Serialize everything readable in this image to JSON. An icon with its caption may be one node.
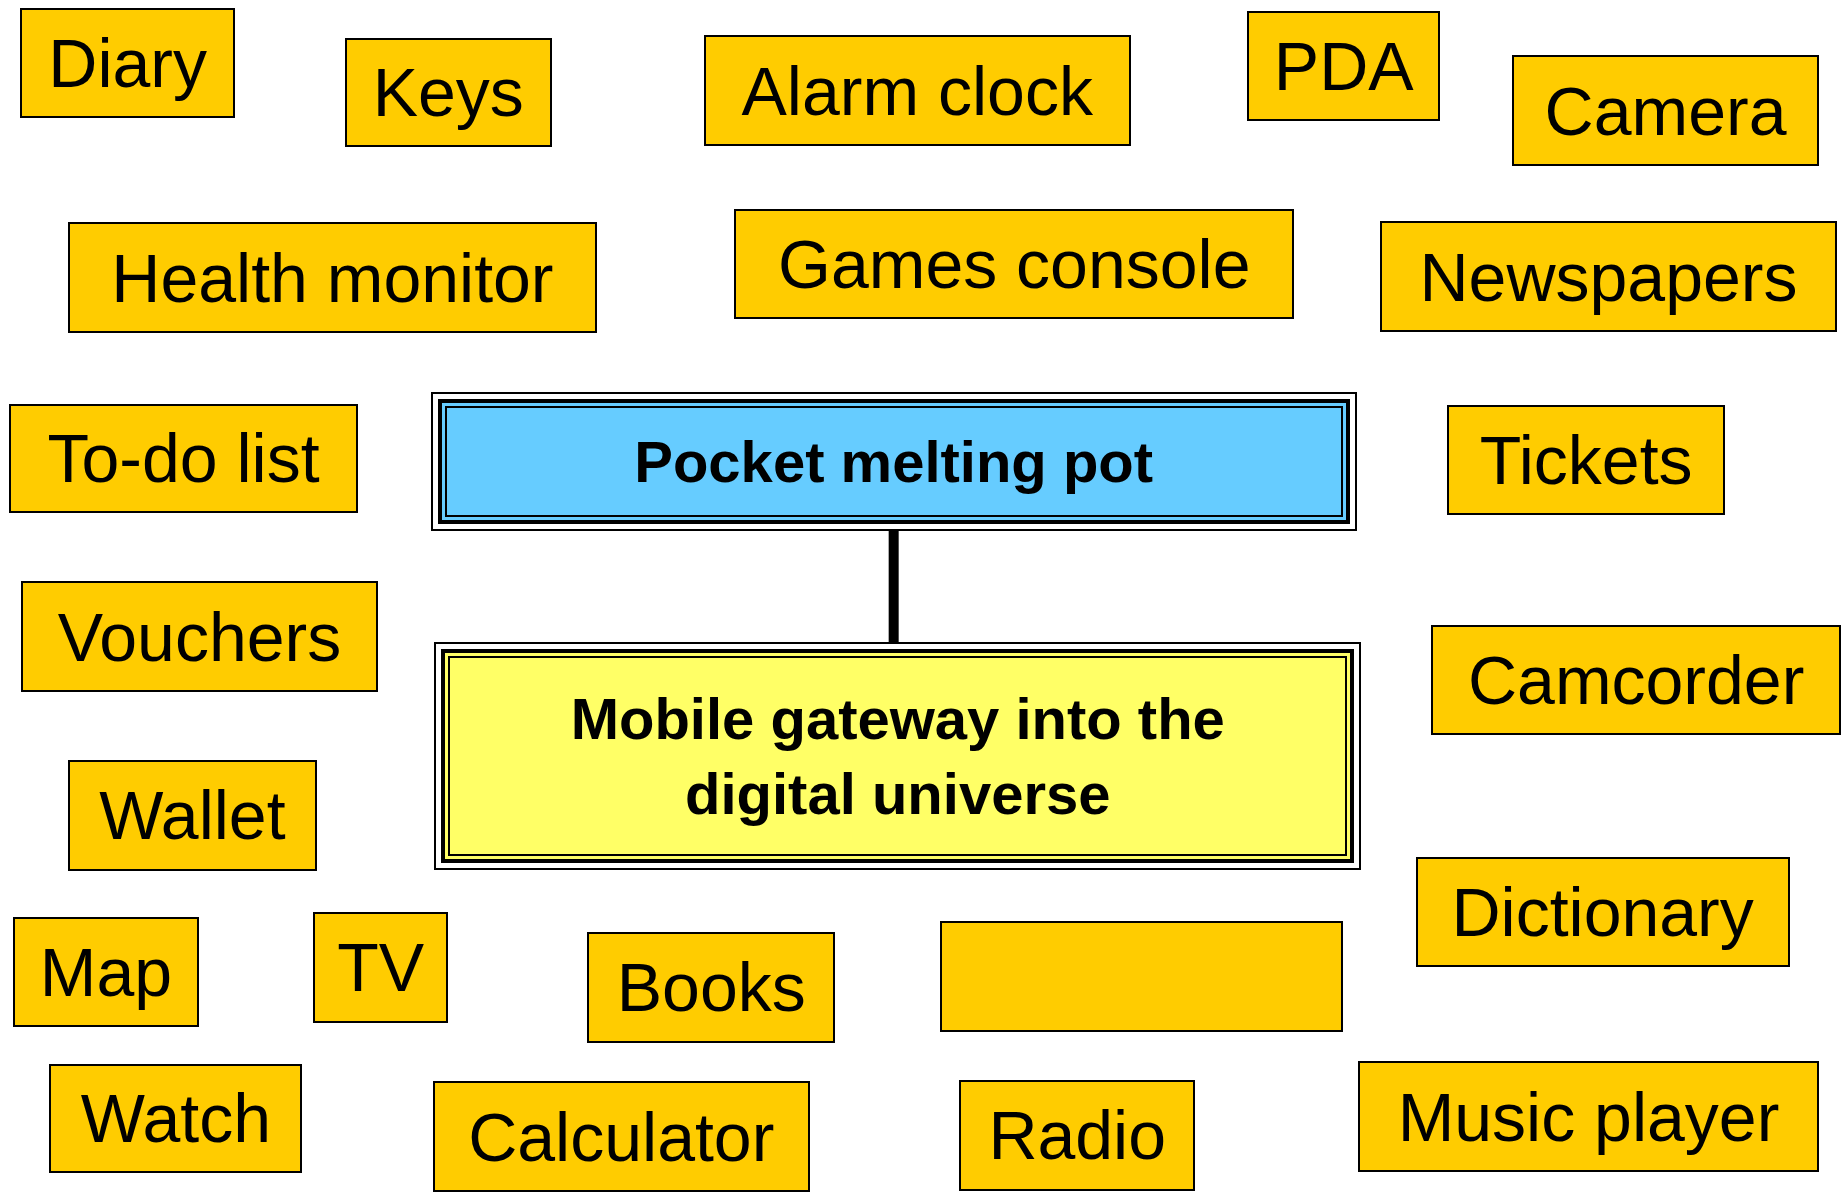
{
  "diagram": {
    "nodes": [
      {
        "text": [
          "Diary"
        ]
      },
      {
        "text": [
          "Keys"
        ]
      },
      {
        "text": [
          "Alarm clock"
        ]
      },
      {
        "text": [
          "PDA"
        ]
      },
      {
        "text": [
          "Camera"
        ]
      },
      {
        "text": [
          "Health monitor"
        ]
      },
      {
        "text": [
          "Games console"
        ]
      },
      {
        "text": [
          "Newspapers"
        ]
      },
      {
        "text": [
          "To-do list"
        ]
      },
      {
        "text": [
          "Pocket melting pot"
        ]
      },
      {
        "text": [
          "Tickets"
        ]
      },
      {
        "text": [
          "Vouchers"
        ]
      },
      {
        "text": [
          "Mobile gateway into the digital universe"
        ]
      },
      {
        "text": [
          "Camcorder"
        ]
      },
      {
        "text": [
          "Wallet"
        ]
      },
      {
        "text": [
          "Dictionary"
        ]
      },
      {
        "text": [
          "Map"
        ]
      },
      {
        "text": [
          "TV"
        ]
      },
      {
        "text": [
          "Books"
        ]
      },
      {
        "text": [],
        "shape": "box"
      },
      {
        "text": [
          "Watch"
        ]
      },
      {
        "text": [
          "Calculator"
        ]
      },
      {
        "text": [
          "Radio"
        ]
      },
      {
        "text": [
          "Music player"
        ]
      }
    ],
    "edges": [
      {
        "from": 9,
        "to": 12,
        "arrow": "none"
      }
    ]
  }
}
